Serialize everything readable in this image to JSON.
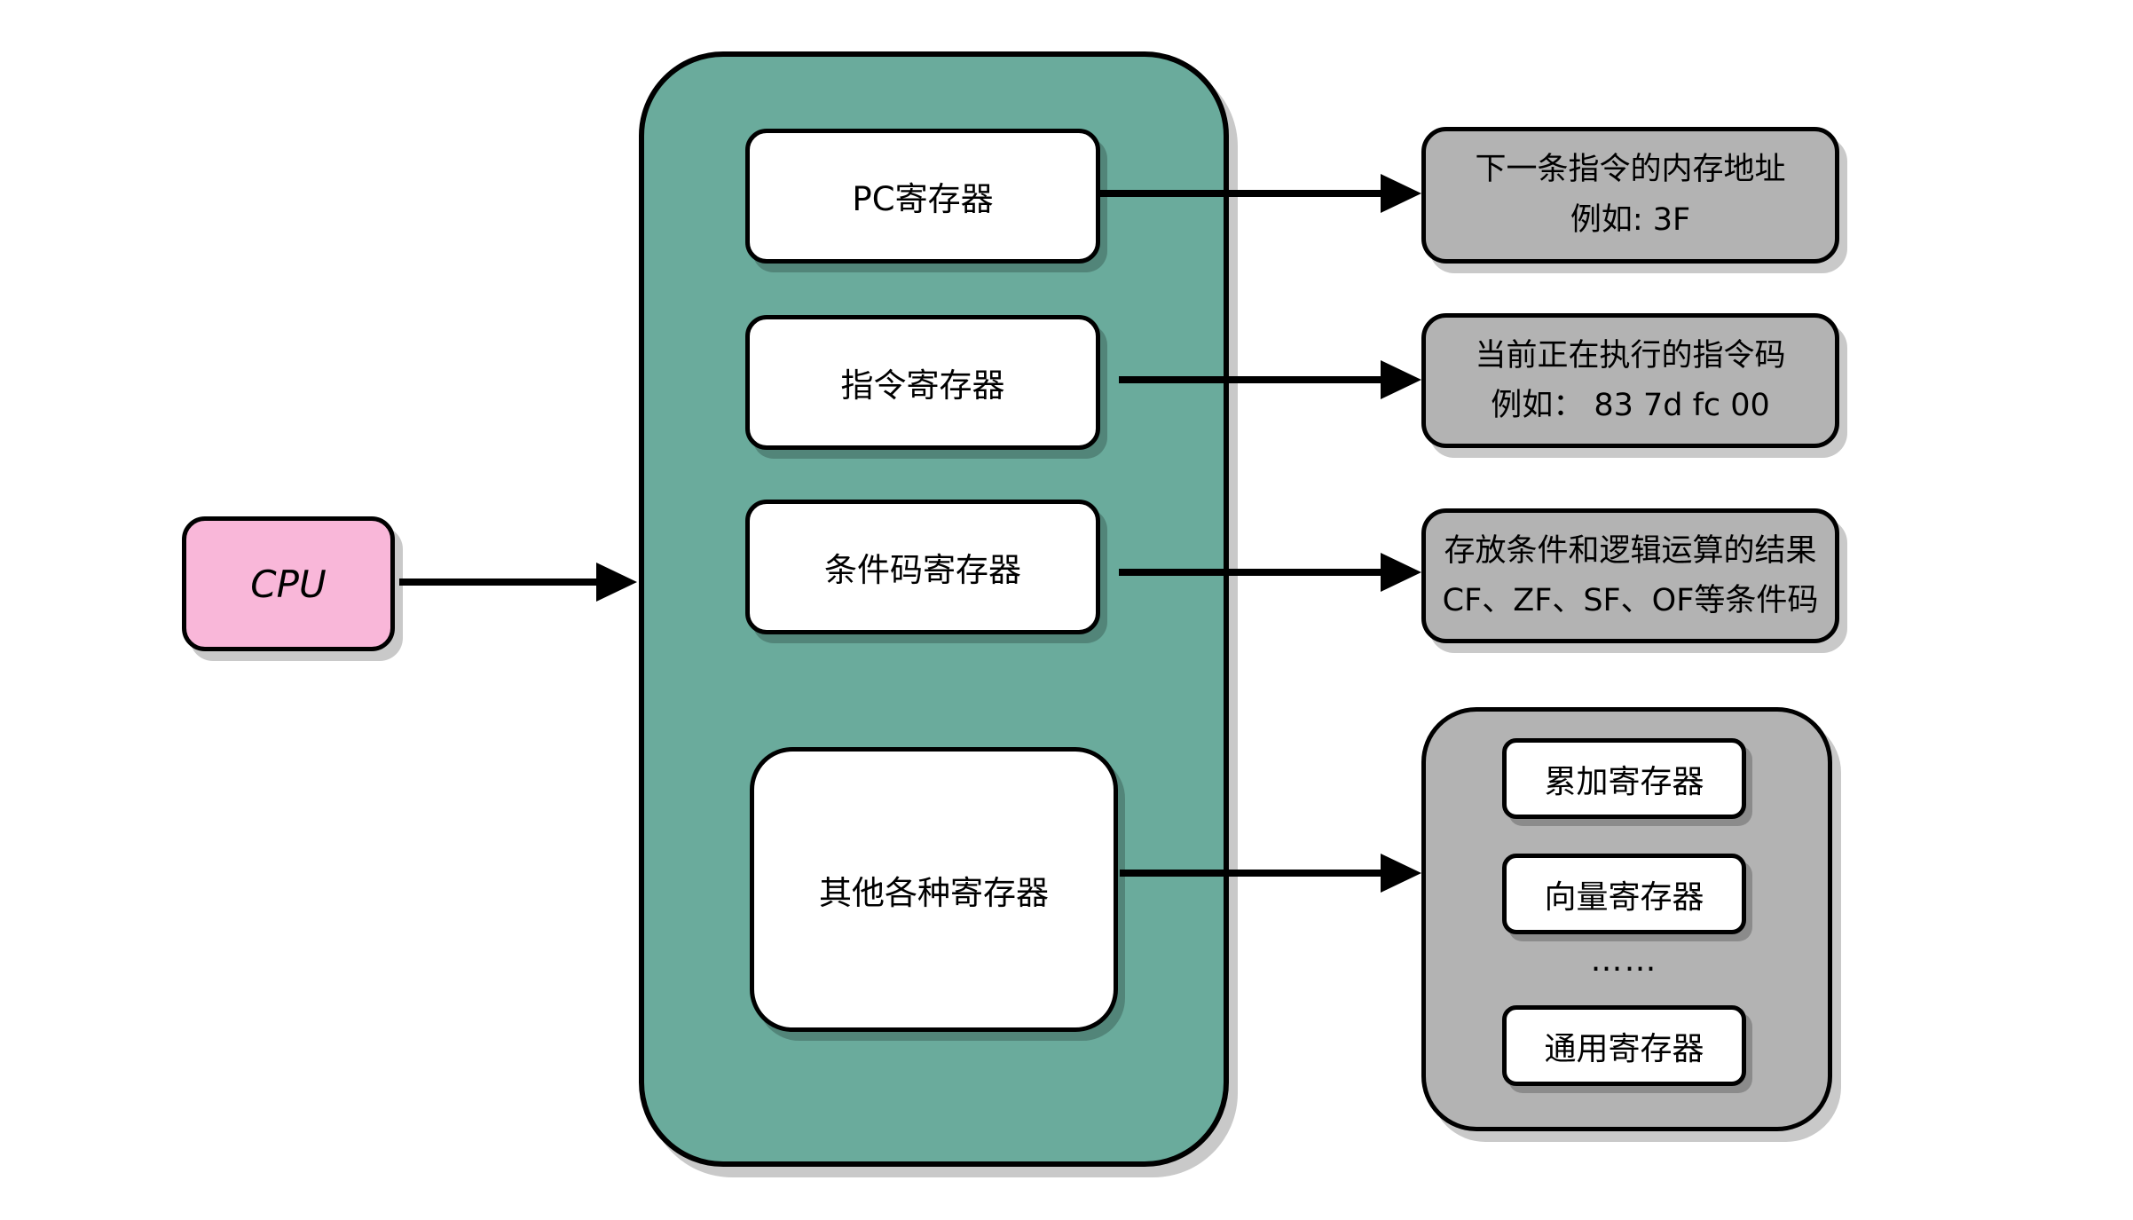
{
  "colors": {
    "cpu_fill": "#F9B7D9",
    "block_fill": "#6AAB9C",
    "panel_fill": "#B3B3B3",
    "border": "#000000"
  },
  "cpu": {
    "label": "CPU"
  },
  "register_block": {
    "registers": [
      "PC寄存器",
      "指令寄存器",
      "条件码寄存器",
      "其他各种寄存器"
    ]
  },
  "descriptions": [
    {
      "line1": "下一条指令的内存地址",
      "line2": "例如: 3F"
    },
    {
      "line1": "当前正在执行的指令码",
      "line2": "例如： 83 7d fc 00"
    },
    {
      "line1": "存放条件和逻辑运算的结果",
      "line2": "CF、ZF、SF、OF等条件码"
    }
  ],
  "other_registers_panel": {
    "items": [
      "累加寄存器",
      "向量寄存器",
      "……",
      "通用寄存器"
    ]
  }
}
